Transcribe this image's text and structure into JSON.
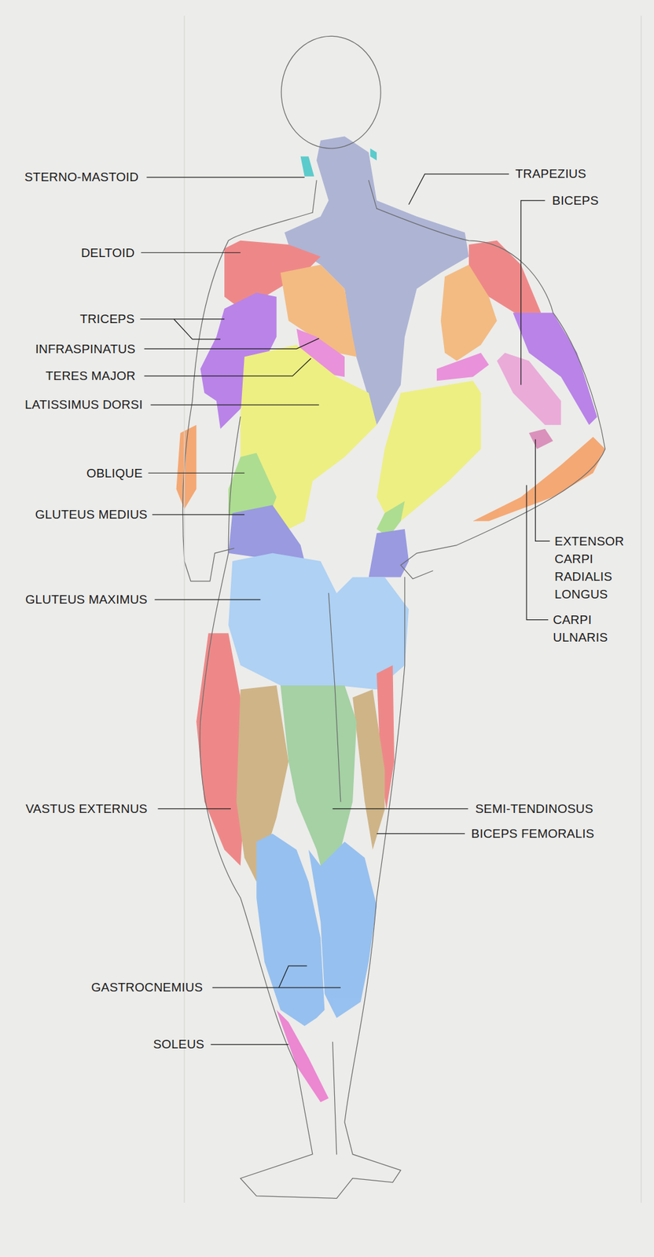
{
  "diagram": {
    "labels": [
      "STERNO-MASTOID",
      "TRAPEZIUS",
      "BICEPS",
      "DELTOID",
      "TRICEPS",
      "INFRASPINATUS",
      "TERES MAJOR",
      "LATISSIMUS DORSI",
      "OBLIQUE",
      "GLUTEUS MEDIUS",
      "EXTENSOR CARPI RADIALIS LONGUS",
      "CARPI ULNARIS",
      "GLUTEUS MAXIMUS",
      "VASTUS EXTERNUS",
      "SEMI-TENDINOSUS",
      "BICEPS FEMORALIS",
      "GASTROCNEMIUS",
      "SOLEUS"
    ]
  }
}
